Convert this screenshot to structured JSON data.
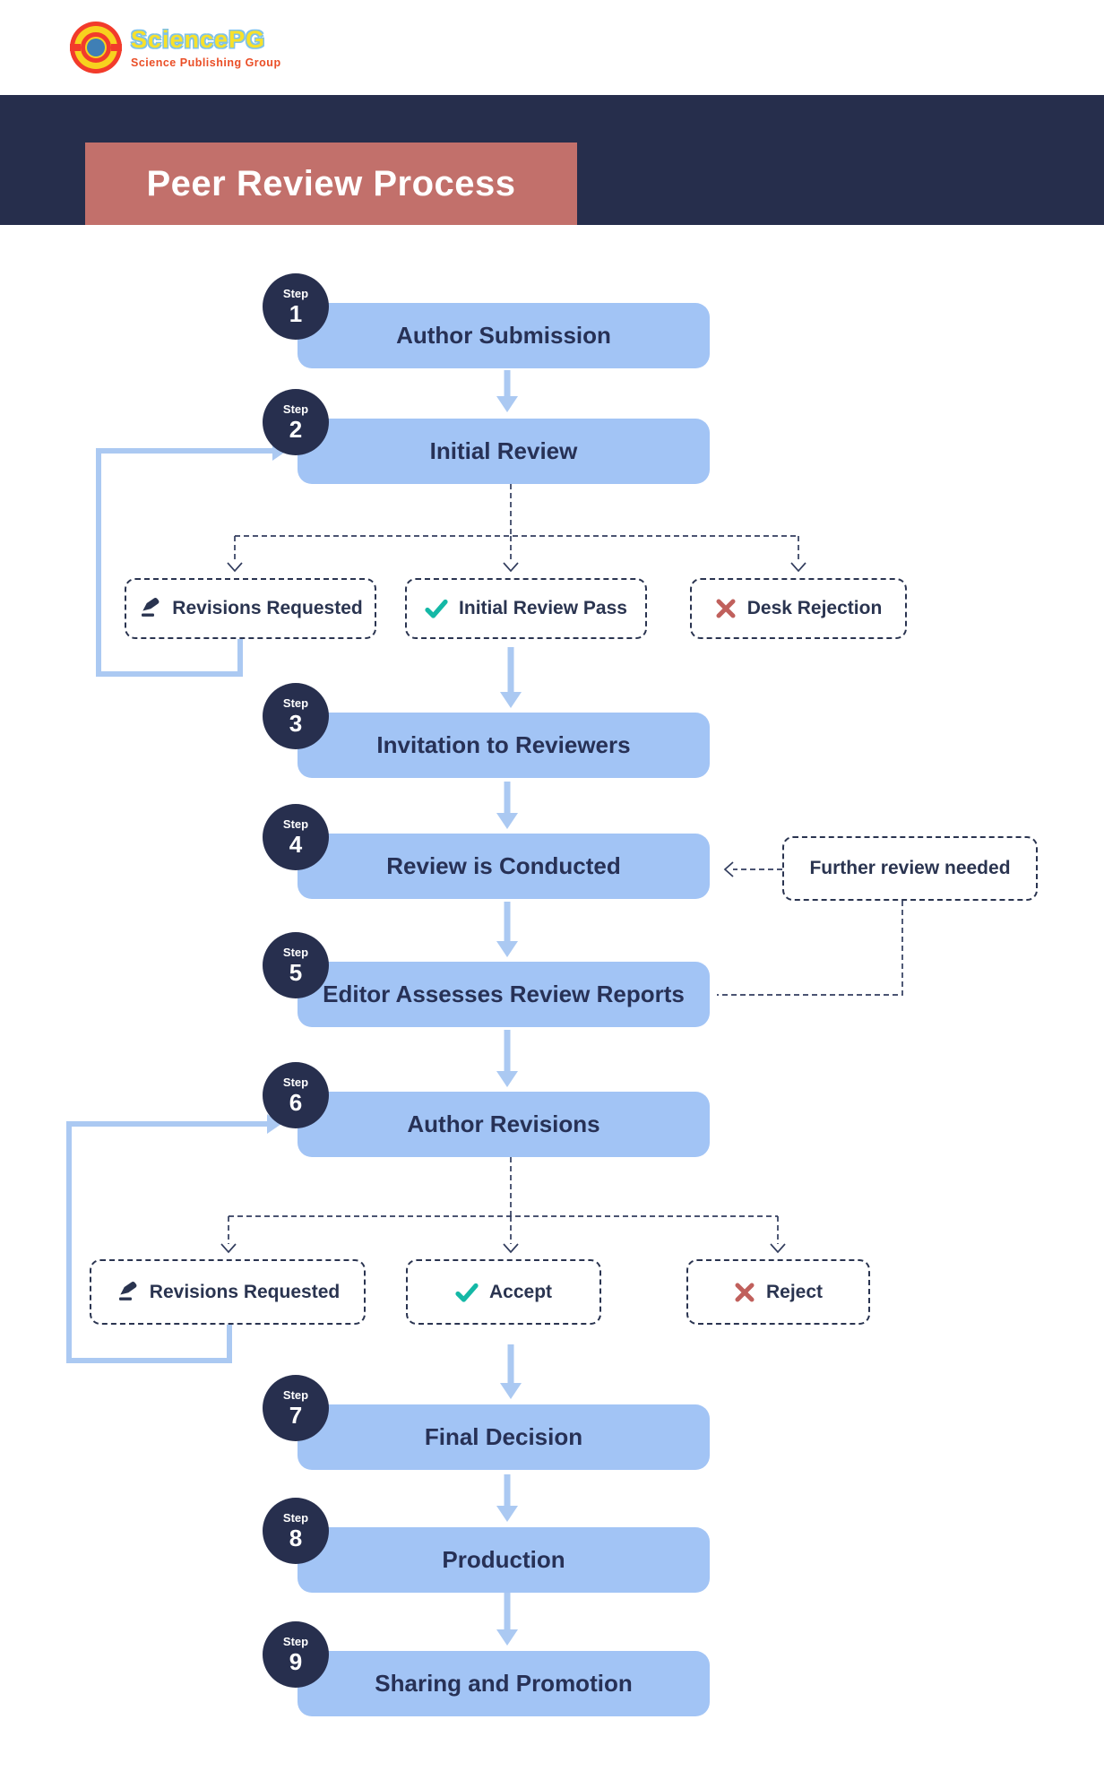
{
  "header": {
    "logo_name": "SciencePG",
    "logo_tagline": "Science Publishing Group"
  },
  "banner": {
    "title": "Peer Review Process"
  },
  "flow": {
    "step_word": "Step",
    "steps": [
      {
        "num": "1",
        "label": "Author Submission"
      },
      {
        "num": "2",
        "label": "Initial Review"
      },
      {
        "num": "3",
        "label": "Invitation to Reviewers"
      },
      {
        "num": "4",
        "label": "Review is Conducted"
      },
      {
        "num": "5",
        "label": "Editor Assesses Review Reports"
      },
      {
        "num": "6",
        "label": "Author Revisions"
      },
      {
        "num": "7",
        "label": "Final Decision"
      },
      {
        "num": "8",
        "label": "Production"
      },
      {
        "num": "9",
        "label": "Sharing and Promotion"
      }
    ],
    "initial_review_outcomes": [
      {
        "icon": "pencil-icon",
        "label": "Revisions Requested"
      },
      {
        "icon": "check-icon",
        "label": "Initial Review Pass"
      },
      {
        "icon": "x-icon",
        "label": "Desk Rejection"
      }
    ],
    "revision_outcomes": [
      {
        "icon": "pencil-icon",
        "label": "Revisions Requested"
      },
      {
        "icon": "check-icon",
        "label": "Accept"
      },
      {
        "icon": "x-icon",
        "label": "Reject"
      }
    ],
    "note": {
      "label": "Further review needed"
    }
  },
  "colors": {
    "navy": "#262e4c",
    "salmon": "#c2706b",
    "step_box_blue": "#a2c4f5",
    "arrow_blue": "#abc9f2",
    "check_teal": "#14b8a6",
    "reject_red": "#c0605c"
  }
}
